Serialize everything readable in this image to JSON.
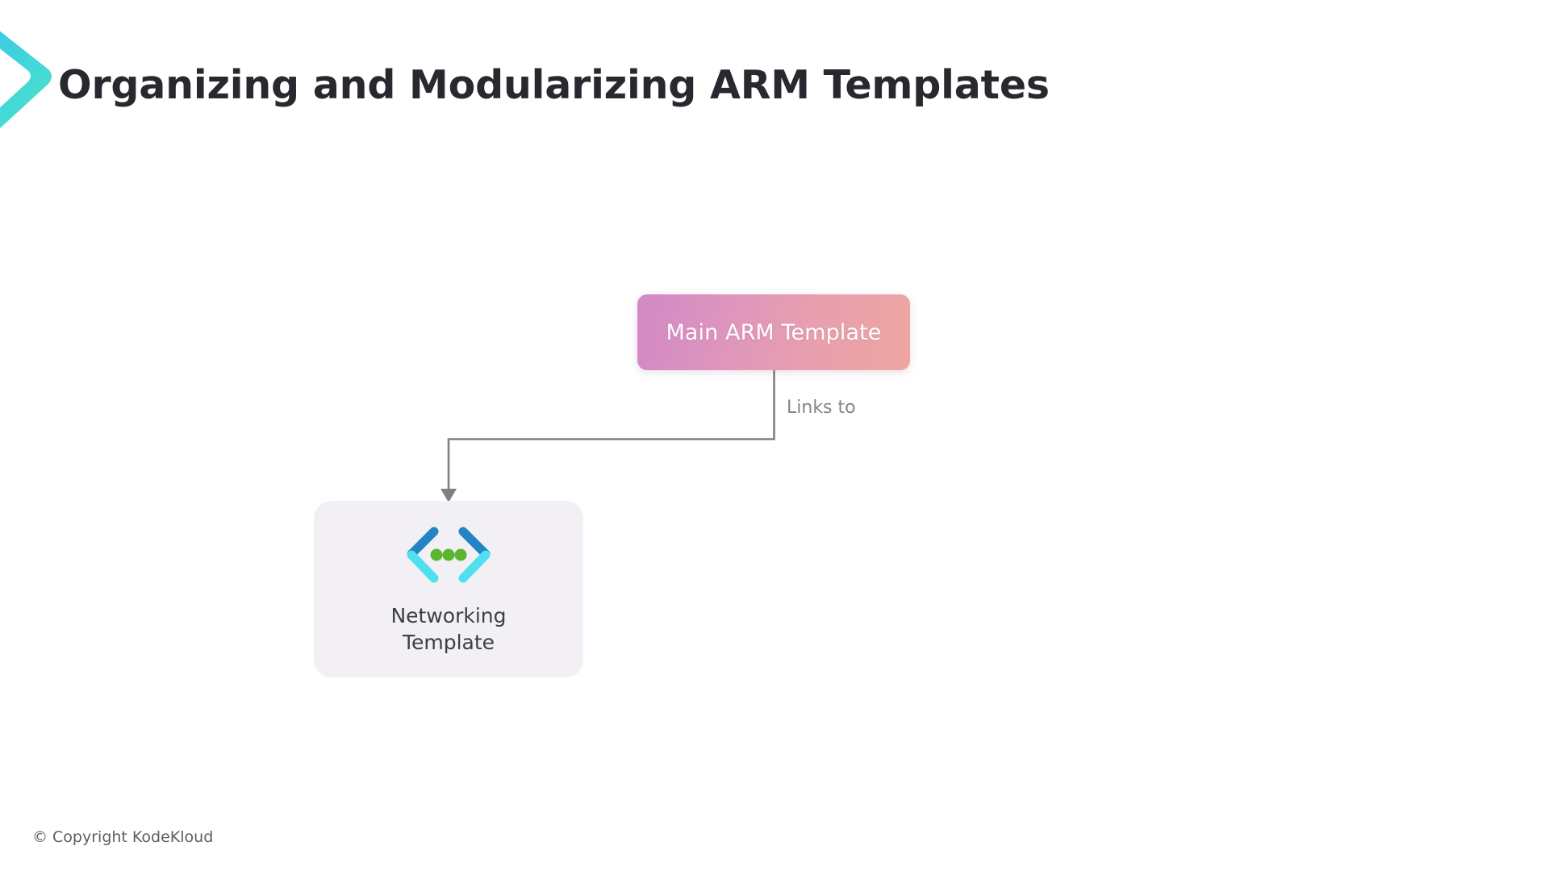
{
  "brand": {
    "logo_icon": "kodekloud-chevron-logo",
    "gradient_start": "#3ec8e4",
    "gradient_end": "#49e3c3"
  },
  "header": {
    "title": "Organizing and Modularizing ARM Templates"
  },
  "diagram": {
    "type": "flow-tree",
    "root": {
      "label": "Main ARM Template",
      "gradient_start": "#d289c6",
      "gradient_end": "#efa6a2",
      "text_color": "#ffffff"
    },
    "edges": [
      {
        "label": "Links to",
        "from": "Main ARM Template",
        "to": "Networking Template",
        "color": "#7e8085",
        "arrow": "down-arrow"
      }
    ],
    "children": [
      {
        "label": "Networking\nTemplate",
        "icon": "code-brackets-dots-icon",
        "icon_colors": {
          "bracket_top": "#2284c5",
          "bracket_bottom": "#4fe0f0",
          "dots": "#5cb531"
        },
        "background": "#f2f0f5",
        "text_color": "#3c3f45"
      }
    ]
  },
  "footer": {
    "copyright": "© Copyright KodeKloud"
  }
}
